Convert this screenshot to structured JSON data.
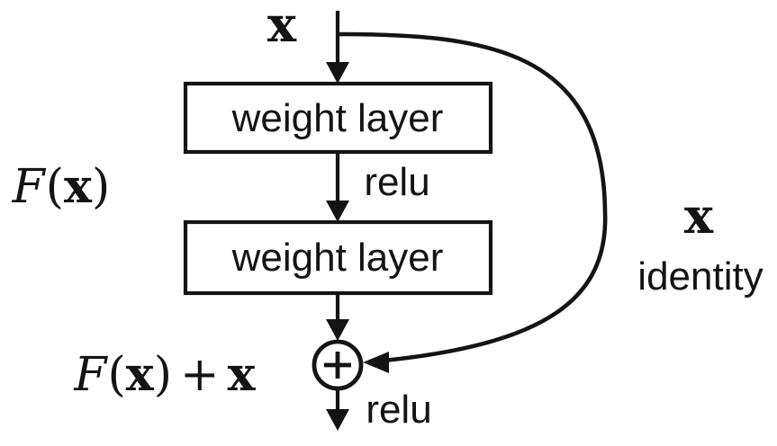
{
  "colors": {
    "ink": "#141414",
    "background": "#ffffff"
  },
  "diagram": {
    "type": "residual-learning-building-block",
    "input_label": "x",
    "layers": [
      {
        "label": "weight layer"
      },
      {
        "label": "weight layer"
      }
    ],
    "relu_between": "relu",
    "relu_output": "relu",
    "add_operator": "+",
    "skip_connection": {
      "x_label": "x",
      "identity_label": "identity"
    },
    "residual_function": {
      "f": "F",
      "open": "(",
      "arg": "x",
      "close": ")"
    },
    "output_sum": {
      "f": "F",
      "open": "(",
      "arg": "x",
      "close": ")",
      "plus": "+",
      "arg2": "x"
    }
  }
}
